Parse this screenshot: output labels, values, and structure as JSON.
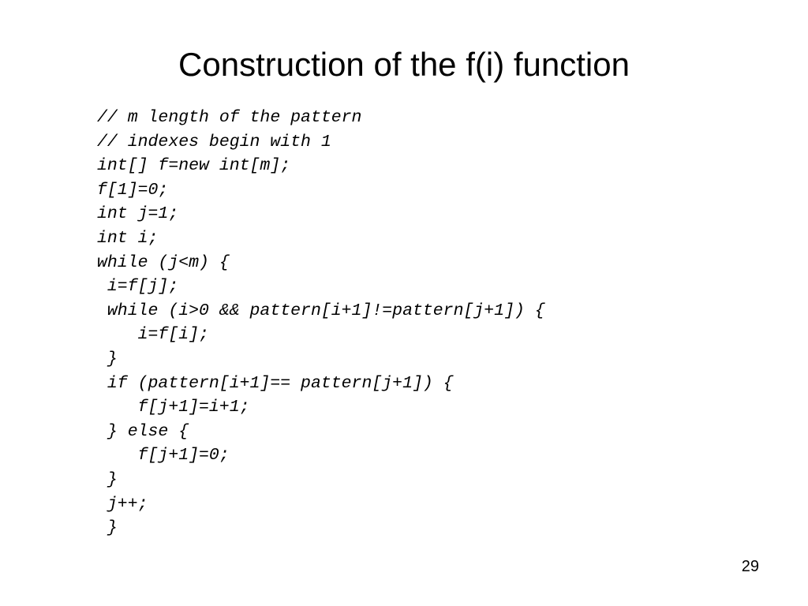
{
  "slide": {
    "title": "Construction of the f(i) function",
    "page_number": "29"
  },
  "code": {
    "lines": [
      "// m length of the pattern",
      "// indexes begin with 1",
      "int[] f=new int[m];",
      "f[1]=0;",
      "int j=1;",
      "int i;",
      "while (j<m) {",
      " i=f[j];",
      " while (i>0 && pattern[i+1]!=pattern[j+1]) {",
      "    i=f[i];",
      " }",
      " if (pattern[i+1]== pattern[j+1]) {",
      "    f[j+1]=i+1;",
      " } else {",
      "    f[j+1]=0;",
      " }",
      " j++;",
      " }"
    ]
  }
}
